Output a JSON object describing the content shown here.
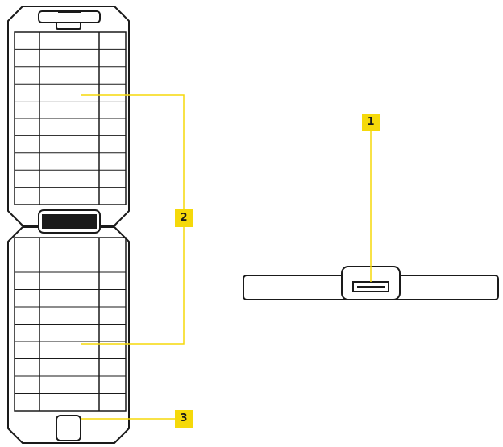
{
  "callouts": [
    {
      "number": "1",
      "target": "usb-port"
    },
    {
      "number": "2",
      "target": "solar-panels"
    },
    {
      "number": "3",
      "target": "bottom-tab"
    }
  ],
  "colors": {
    "outline": "#1a1a1a",
    "callout": "#f5d90a",
    "background": "#ffffff"
  }
}
